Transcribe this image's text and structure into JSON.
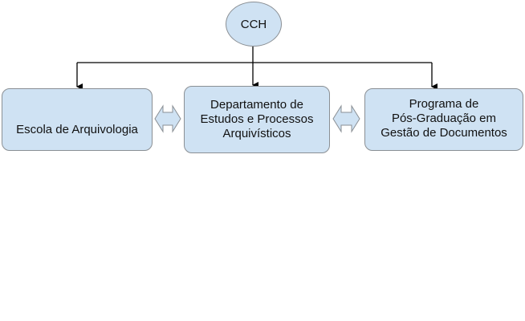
{
  "root": {
    "label": "CCH"
  },
  "nodes": [
    {
      "lines": [
        "Escola de Arquivologia"
      ]
    },
    {
      "lines": [
        "Departamento de",
        "Estudos e Processos",
        "Arquivísticos"
      ]
    },
    {
      "lines": [
        "Programa de",
        "Pós-Graduação em",
        "Gestão de Documentos"
      ]
    }
  ],
  "colors": {
    "fill": "#cfe2f3",
    "border": "#8a8f94",
    "line": "#000000"
  }
}
